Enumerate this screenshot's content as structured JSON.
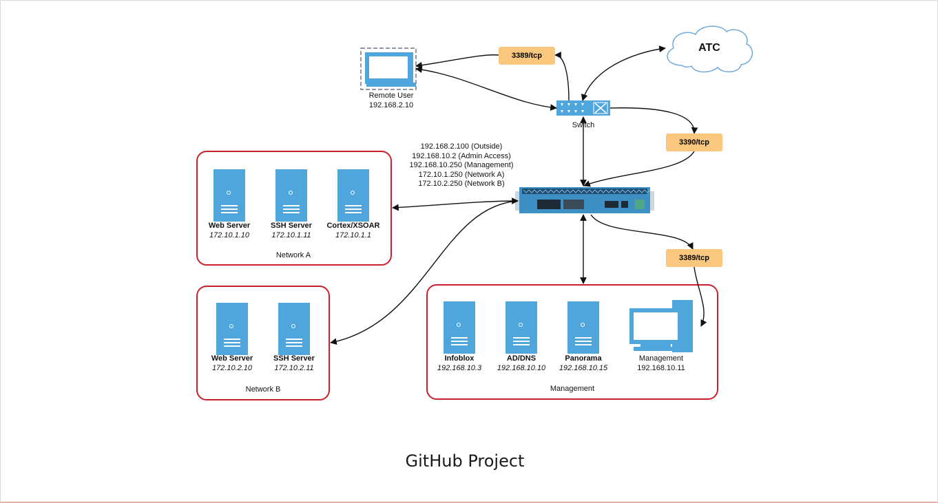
{
  "diagram": {
    "title": "GitHub Project",
    "cloud": {
      "label": "ATC"
    },
    "switch": {
      "label": "Switch"
    },
    "remote_user": {
      "name": "Remote User",
      "ip": "192.168.2.10"
    },
    "firewall_ips": [
      "192.168.2.100 (Outside)",
      "192.168.10.2 (Admin Access)",
      "192.168.10.250 (Management)",
      "172.10.1.250 (Network A)",
      "172.10.2.250 (Network B)"
    ],
    "ports": {
      "remote": "3389/tcp",
      "atc": "3390/tcp",
      "management": "3389/tcp"
    },
    "network_a": {
      "label": "Network A",
      "servers": [
        {
          "name": "Web Server",
          "ip": "172.10.1.10"
        },
        {
          "name": "SSH Server",
          "ip": "172.10.1.11"
        },
        {
          "name": "Cortex/XSOAR",
          "ip": "172.10.1.1"
        }
      ]
    },
    "network_b": {
      "label": "Network B",
      "servers": [
        {
          "name": "Web Server",
          "ip": "172.10.2.10"
        },
        {
          "name": "SSH Server",
          "ip": "172.10.2.11"
        }
      ]
    },
    "management": {
      "label": "Management",
      "servers": [
        {
          "name": "Infoblox",
          "ip": "192.168.10.3"
        },
        {
          "name": "AD/DNS",
          "ip": "192.168.10.10"
        },
        {
          "name": "Panorama",
          "ip": "192.168.10.15"
        }
      ],
      "workstation": {
        "name": "Management",
        "ip": "192.168.10.11"
      }
    },
    "colors": {
      "device_blue": "#4ea6dc",
      "group_border": "#c8202a",
      "port_fill": "#f9c77d",
      "cloud_stroke": "#6fa8dc"
    }
  }
}
